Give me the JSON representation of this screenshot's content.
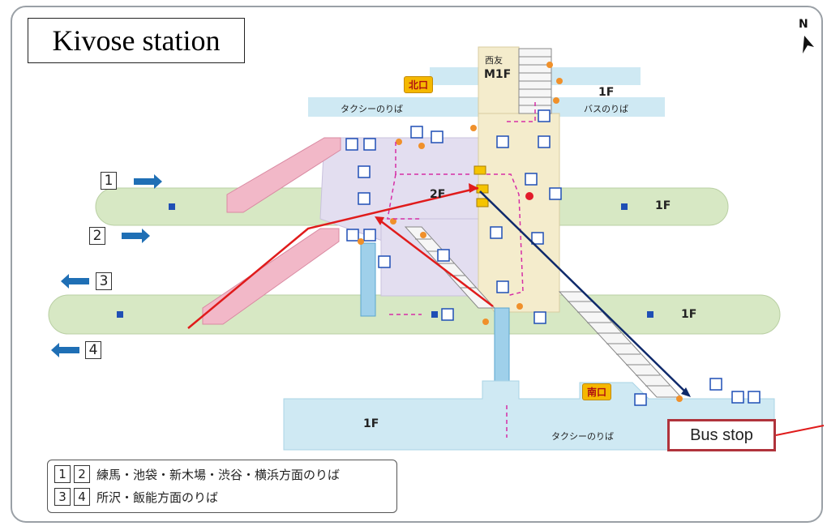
{
  "title": "Kivose station",
  "bus_stop_label": "Bus stop",
  "compass_label": "N",
  "exits": {
    "north": "北口",
    "south": "南口"
  },
  "areas": {
    "taxi_north": "タクシーのりば",
    "taxi_south": "タクシーのりば",
    "bus_north": "バスのりば",
    "seibu": "西友",
    "m1f": "M1F",
    "floor_1f": "1F",
    "floor_2f": "2F"
  },
  "track_numbers": [
    "1",
    "2",
    "3",
    "4"
  ],
  "legend": {
    "row1_numbers": [
      "1",
      "2"
    ],
    "row1_text": "練馬・池袋・新木場・渋谷・横浜方面のりば",
    "row2_numbers": [
      "3",
      "4"
    ],
    "row2_text": "所沢・飯能方面のりば"
  },
  "colors": {
    "platform": "#d7e8c4",
    "concourse": "#e3def0",
    "gate_area": "#f4eccc",
    "plaza": "#cfe9f3",
    "escalator": "#f2b8c8",
    "route_red": "#e01b1b",
    "route_navy": "#0f2a6b",
    "track_arrow": "#1f6fb5",
    "bus_stop_border": "#b0333b"
  }
}
